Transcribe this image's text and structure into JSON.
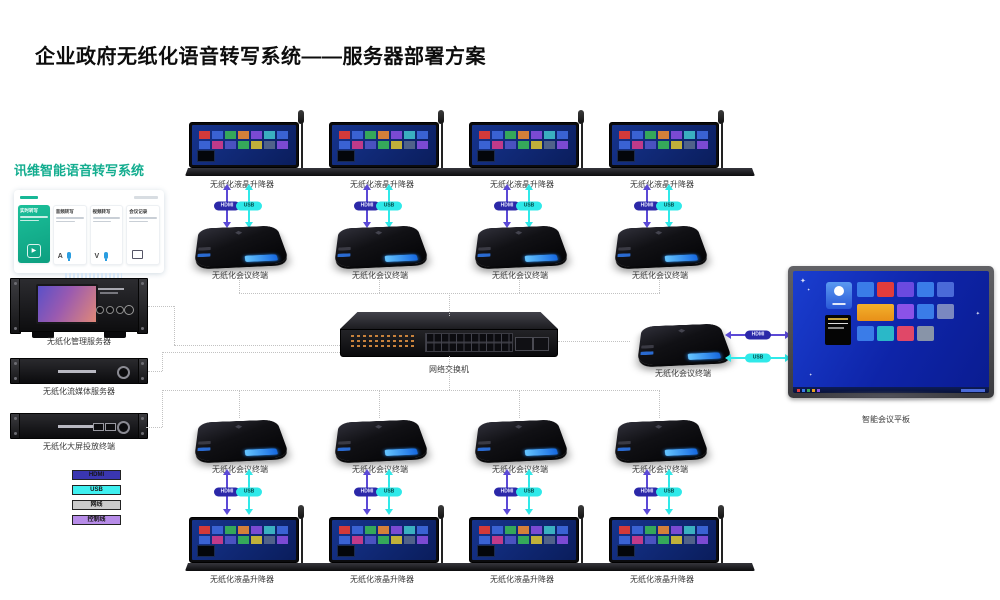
{
  "slide": {
    "title": "企业政府无纸化语音转写系统——服务器部署方案"
  },
  "brand": {
    "heading": "讯维智能语音转写系统",
    "card": {
      "tiles": [
        {
          "name": "实时转写"
        },
        {
          "name": "音频转写"
        },
        {
          "name": "视频转写"
        },
        {
          "name": "会议记录"
        }
      ]
    }
  },
  "devices": {
    "management_server": "无纸化管理服务器",
    "streaming_server": "无纸化流媒体服务器",
    "projection_terminal": "无纸化大屏投放终端",
    "network_switch": "网络交换机",
    "conference_terminal": "无纸化会议终端",
    "lcd_lifter": "无纸化液晶升降器",
    "smart_panel": "智能会议平板"
  },
  "cables": {
    "hdmi": "HDMI",
    "usb": "USB"
  },
  "legend": {
    "items": [
      {
        "label": "HDMI",
        "color": "#3a36b0"
      },
      {
        "label": "USB",
        "color": "#3ff0f0"
      },
      {
        "label": "网线",
        "color": "#cbcbcb"
      },
      {
        "label": "控制线",
        "color": "#b78ce8"
      }
    ]
  }
}
